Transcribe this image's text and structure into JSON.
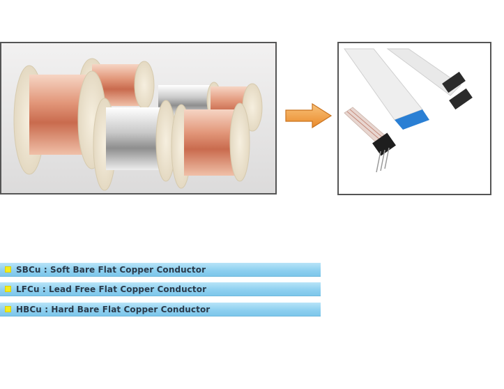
{
  "conductors": [
    {
      "code": "SBCu",
      "name": "Soft Bare Flat Copper Conductor",
      "label": "SBCu : Soft Bare Flat Copper Conductor"
    },
    {
      "code": "LFCu",
      "name": "Lead Free Flat Copper Conductor",
      "label": "LFCu : Lead Free Flat Copper Conductor"
    },
    {
      "code": "HBCu",
      "name": "Hard Bare Flat Copper Conductor",
      "label": "HBCu : Hard Bare Flat Copper Conductor"
    }
  ],
  "images": {
    "left": "copper-conductor-spools-photo",
    "right": "flat-flexible-cable-photo"
  },
  "icons": {
    "arrow": "arrow-right-icon",
    "bullet": "yellow-square-bullet-icon"
  },
  "colors": {
    "bar": "#8fd0f0",
    "bullet": "#f4ec1a",
    "arrow": "#f3a03a",
    "frame": "#555555",
    "copper": "#e3a285"
  }
}
